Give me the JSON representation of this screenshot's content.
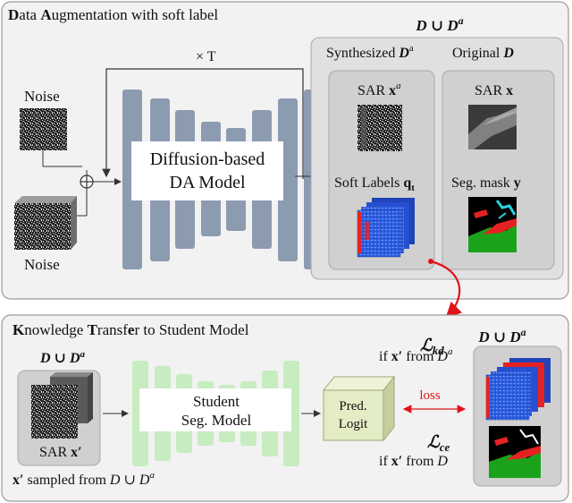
{
  "top_panel": {
    "title_bold_1": "D",
    "title_rest_1": "ata ",
    "title_bold_2": "A",
    "title_rest_2": "ugmentation with soft label",
    "repeat_label": "× T",
    "noise_top_label": "Noise",
    "noise_bottom_label": "Noise",
    "add_symbol": "⊕",
    "model_line1": "Diffusion-based",
    "model_line2": "DA Model",
    "union_label_main": "D ∪ D",
    "union_label_sup": "a",
    "synth_title": "Synthesized ",
    "synth_title_sym": "D",
    "synth_title_sup": "a",
    "orig_title": "Original ",
    "orig_title_sym": "D",
    "sar_synth_label": "SAR ",
    "sar_synth_sym": "x",
    "sar_synth_sup": "a",
    "soft_labels_text": "Soft Labels ",
    "soft_labels_sym": "q",
    "soft_labels_sub": "t",
    "sar_orig_label": "SAR ",
    "sar_orig_sym": "x",
    "seg_mask_label": "Seg. mask ",
    "seg_mask_sym": "y"
  },
  "bottom_panel": {
    "title_bold_1": "K",
    "title_rest_1": "nowledge ",
    "title_bold_2": "T",
    "title_rest_2": "ransf",
    "title_bold_3": "e",
    "title_rest_3": "r to Student Model",
    "input_union_main": "D ∪ D",
    "input_union_sup": "a",
    "sar_input_label": "SAR ",
    "sar_input_sym": "x′",
    "sampled_sym": "x′",
    "sampled_text": " sampled from ",
    "sampled_set": "D ∪ D",
    "sampled_sup": "a",
    "student_line1": "Student",
    "student_line2": "Seg. Model",
    "logit_line1": "Pred.",
    "logit_line2": "Logit",
    "loss_label": "loss",
    "loss_kd_main": "ℒ",
    "loss_kd_sub": "kd",
    "kd_cond_text": "if ",
    "kd_cond_sym": "x′",
    "kd_cond_from": " from ",
    "kd_cond_set": "D",
    "kd_cond_sup": "a",
    "loss_ce_main": "ℒ",
    "loss_ce_sub": "ce",
    "ce_cond_text": "if ",
    "ce_cond_sym": "x′",
    "ce_cond_from": " from ",
    "ce_cond_set": "D",
    "right_union_main": "D ∪ D",
    "right_union_sup": "a"
  },
  "colors": {
    "panel_fill": "#f2f2f2",
    "unet_block": "#8c9bb0",
    "student_block": "#c6ecc0",
    "logit_cube": "#e3ecc5",
    "loss_arrow": "#e0131a",
    "soft_label_blue": "#2f5fe0",
    "mask_green": "#1aa31a",
    "mask_red": "#e52222"
  }
}
